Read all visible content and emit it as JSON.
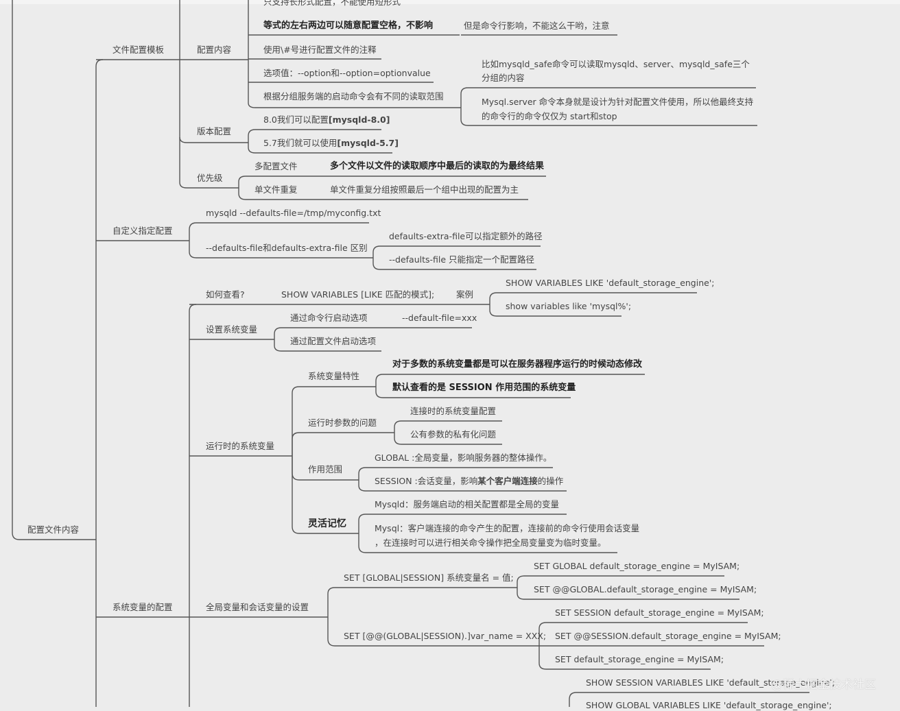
{
  "root": "配置文件内容",
  "n_file_template": "文件配置模板",
  "n_config_content": "配置内容",
  "n_top_cut": "只支持长形式配置，不能使用短形式",
  "n_equal_space": "等式的左右两边可以随意配置空格，不影响",
  "n_cmd_note": "但是命令行影响，不能这么干哟，注意",
  "n_comment": "使用\\#号进行配置文件的注释",
  "n_option": "选项值：--option和--option=optionvalue",
  "n_group_read": "根据分组服务端的启动命令会有不同的读取范围",
  "n_mysqld_safe": "比如mysqld_safe命令可以读取mysqld、server、mysqld_safe三个分组的内容",
  "n_mysql_server": "Mysql.server 命令本身就是设计为针对配置文件使用，所以他最终支持的命令行的命令仅仅为 start和stop",
  "n_version_config": "版本配置",
  "n_v80_text": "8.0我们可以配置",
  "n_v80_bold": "[mysqld-8.0]",
  "n_v57_text": "5.7我们就可以使用",
  "n_v57_bold": "[mysqld-5.7]",
  "n_priority": "优先级",
  "n_multi_file": "多配置文件",
  "n_multi_file_desc": "多个文件以文件的读取顺序中最后的读取的为最终结果",
  "n_single_repeat": "单文件重复",
  "n_single_repeat_desc": "单文件重复分组按照最后一个组中出现的配置为主",
  "n_custom": "自定义指定配置",
  "n_defaults_file": "mysqld --defaults-file=/tmp/myconfig.txt",
  "n_diff": "--defaults-file和defaults-extra-file 区别",
  "n_extra_file": "defaults-extra-file可以指定额外的路径",
  "n_defaults_only": "--defaults-file 只能指定一个配置路径",
  "n_sysvar": "系统变量的配置",
  "n_how_view": "如何查看?",
  "n_show_vars": "SHOW VARIABLES [LIKE 匹配的模式];",
  "n_case": "案例",
  "n_case1": "SHOW VARIABLES LIKE 'default_storage_engine';",
  "n_case2": "show variables like 'mysql%';",
  "n_set_sysvar": "设置系统变量",
  "n_cmd_start": "通过命令行启动选项",
  "n_cmd_example": "--default-file=xxx",
  "n_conf_start": "通过配置文件启动选项",
  "n_runtime": "运行时的系统变量",
  "n_feature": "系统变量特性",
  "n_feature1": "对于多数的系统变量都是可以在服务器程序运行的时候动态修改",
  "n_feature2": "默认查看的是 SESSION 作用范围的系统变量",
  "n_runtime_issue": "运行时参数的问题",
  "n_conn_config": "连接时的系统变量配置",
  "n_private": "公有参数的私有化问题",
  "n_scope": "作用范围",
  "n_global": "GLOBAL :全局变量，影响服务器的整体操作。",
  "n_session_a": "SESSION :会话变量，影响",
  "n_session_bold": "某个客户端连接",
  "n_session_c": "的操作",
  "n_flex": "灵活记忆",
  "n_mysqld_mem": "Mysqld：服务端启动的相关配置都是全局的变量",
  "n_mysql_mem1": "Mysql：客户端连接的命令产生的配置，连接前的命令行使用会话变量",
  "n_mysql_mem2": "，在连接时可以进行相关命令操作把全局变量变为临时变量。",
  "n_global_session_set": "全局变量和会话变量的设置",
  "n_set_syntax1": "SET [GLOBAL|SESSION] 系统变量名 = 值;",
  "n_set_g1": "SET GLOBAL default_storage_engine = MyISAM;",
  "n_set_g2": "SET @@GLOBAL.default_storage_engine = MyISAM;",
  "n_set_syntax2": "SET [@@(GLOBAL|SESSION).]var_name = XXX;",
  "n_set_s1": "SET SESSION default_storage_engine = MyISAM;",
  "n_set_s2": "SET @@SESSION.default_storage_engine = MyISAM;",
  "n_set_s3": "SET default_storage_engine = MyISAM;",
  "n_show_session": "SHOW SESSION VARIABLES LIKE 'default_storage_engine';",
  "n_show_global": "SHOW GLOBAL VARIABLES LIKE 'default_storage_engine';",
  "watermark": "@稀土掘金技术社区",
  "colors": {
    "background": "#ececec",
    "line": "#555555",
    "text": "#444444"
  }
}
